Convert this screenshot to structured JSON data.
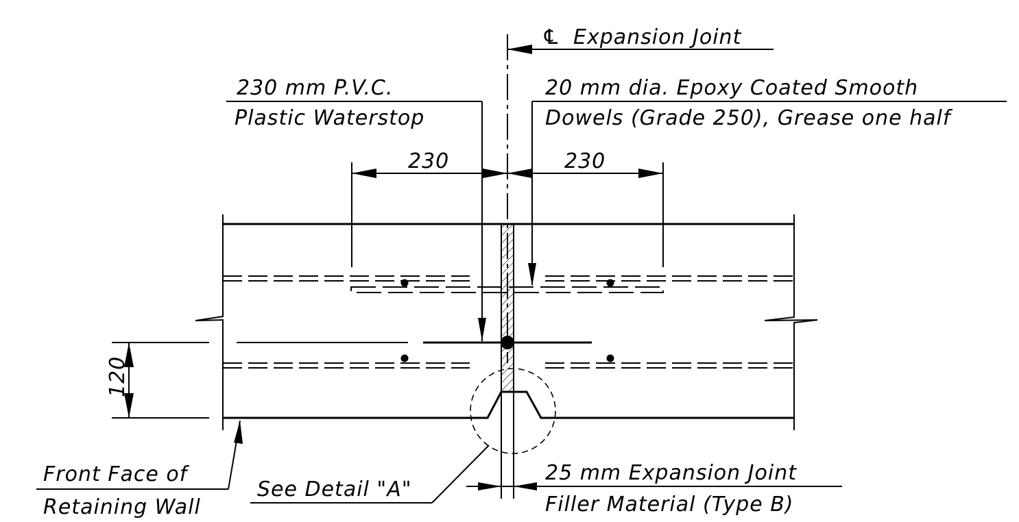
{
  "labels": {
    "centerline_symbol": "℄",
    "centerline": "Expansion Joint",
    "waterstop_line1": "230 mm P.V.C.",
    "waterstop_line2": "Plastic Waterstop",
    "dowel_line1": "20 mm dia. Epoxy Coated Smooth",
    "dowel_line2": "Dowels (Grade 250), Grease one half",
    "dim_left": "230",
    "dim_right": "230",
    "dim_vertical": "120",
    "front_face_line1": "Front Face of",
    "front_face_line2": "Retaining Wall",
    "see_detail": "See Detail \"A\"",
    "filler_line1": "25 mm Expansion Joint",
    "filler_line2": "Filler Material (Type B)"
  }
}
